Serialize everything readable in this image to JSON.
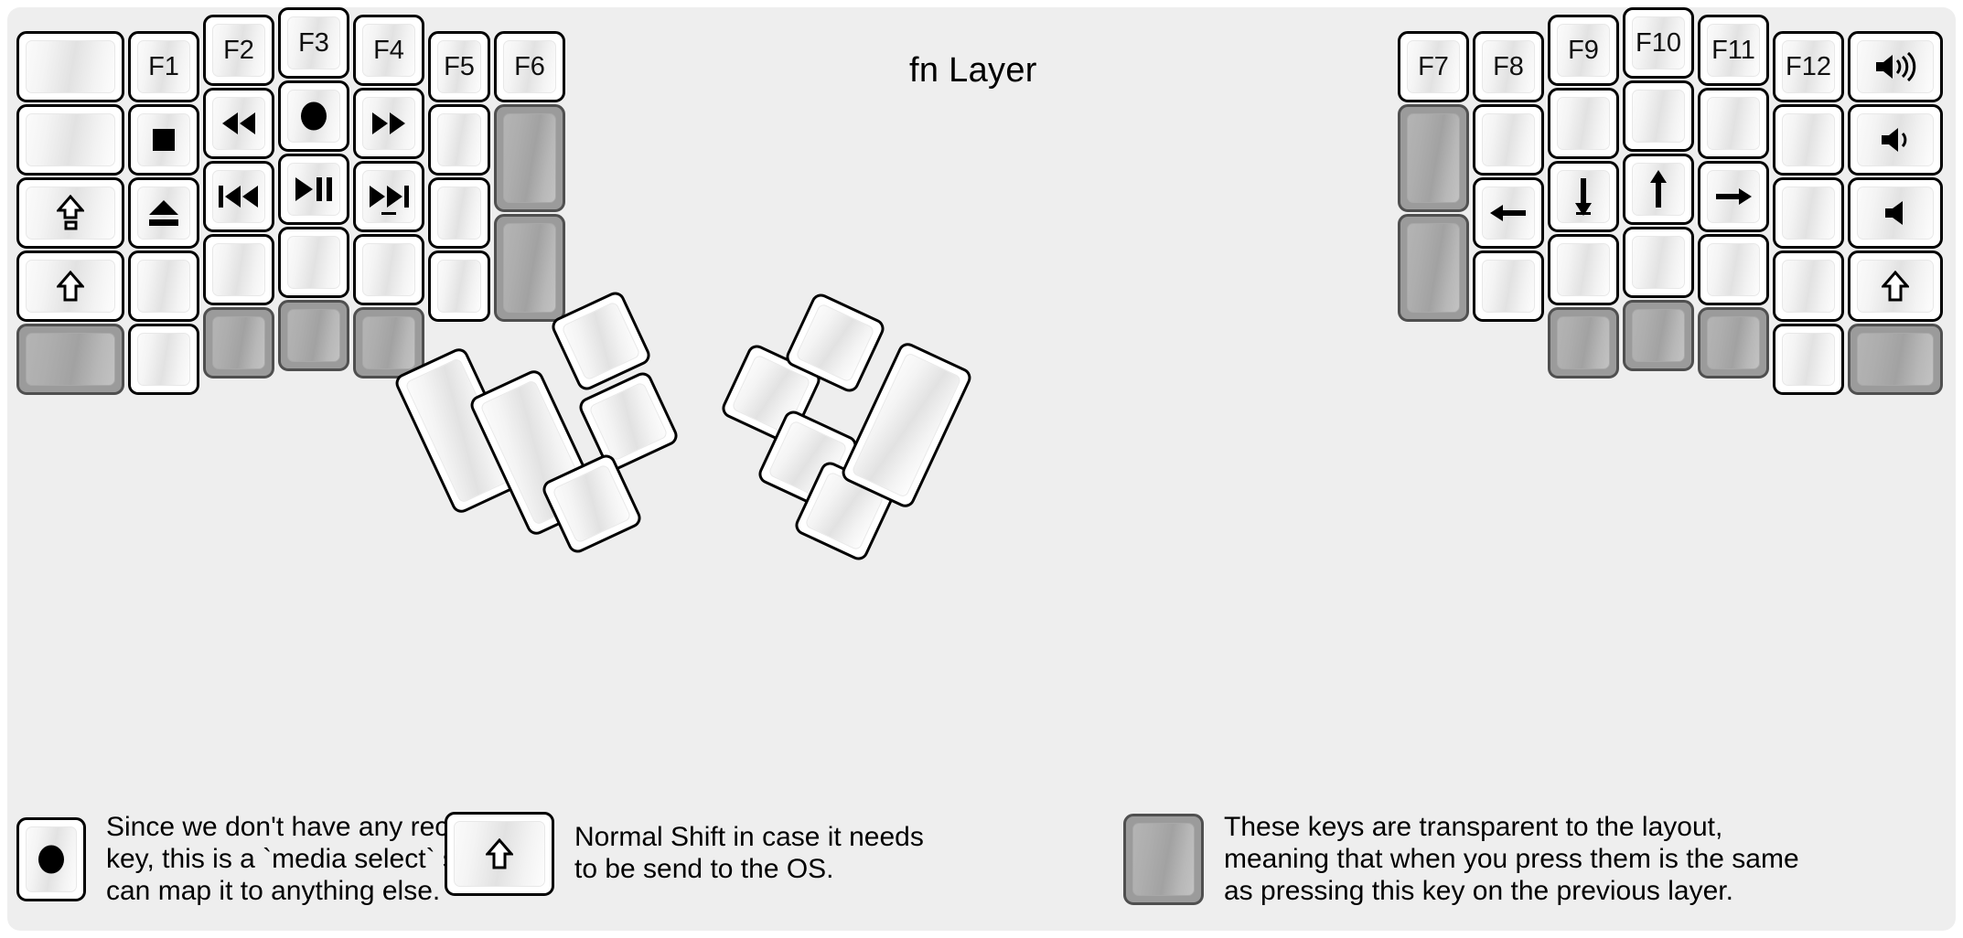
{
  "page": {
    "title": "fn Layer",
    "background_color": "#eeeeee",
    "key_fill": "#ffffff",
    "transparent_key_fill": "#9b9b9b",
    "outline_color": "#000000"
  },
  "left_half": {
    "name": "left-keyboard-half",
    "columns": [
      {
        "name": "col-outer-left",
        "keys": [
          {
            "id": "l-c1-r1",
            "label": "",
            "icon": "",
            "type": "normal"
          },
          {
            "id": "l-c1-r2",
            "label": "",
            "icon": "",
            "type": "normal"
          },
          {
            "id": "l-c1-r3",
            "label": "",
            "icon": "caps-lock-icon",
            "type": "normal"
          },
          {
            "id": "l-c1-r4",
            "label": "",
            "icon": "shift-icon",
            "type": "normal"
          },
          {
            "id": "l-c1-r5",
            "label": "",
            "icon": "",
            "type": "transparent"
          }
        ]
      },
      {
        "name": "col-pinky",
        "keys": [
          {
            "id": "l-c2-r1",
            "label": "F1",
            "icon": "",
            "type": "normal"
          },
          {
            "id": "l-c2-r2",
            "label": "",
            "icon": "media-stop-icon",
            "type": "normal"
          },
          {
            "id": "l-c2-r3",
            "label": "",
            "icon": "media-eject-icon",
            "type": "normal"
          },
          {
            "id": "l-c2-r4",
            "label": "",
            "icon": "",
            "type": "normal"
          },
          {
            "id": "l-c2-r5",
            "label": "",
            "icon": "",
            "type": "normal"
          }
        ]
      },
      {
        "name": "col-ring",
        "keys": [
          {
            "id": "l-c3-r1",
            "label": "F2",
            "icon": "",
            "type": "normal"
          },
          {
            "id": "l-c3-r2",
            "label": "",
            "icon": "media-rewind-icon",
            "type": "normal"
          },
          {
            "id": "l-c3-r3",
            "label": "",
            "icon": "media-prev-track-icon",
            "type": "normal"
          },
          {
            "id": "l-c3-r4",
            "label": "",
            "icon": "",
            "type": "normal"
          },
          {
            "id": "l-c3-r5",
            "label": "",
            "icon": "",
            "type": "transparent"
          }
        ]
      },
      {
        "name": "col-middle",
        "keys": [
          {
            "id": "l-c4-r1",
            "label": "F3",
            "icon": "",
            "type": "normal"
          },
          {
            "id": "l-c4-r2",
            "label": "",
            "icon": "media-record-icon",
            "type": "normal"
          },
          {
            "id": "l-c4-r3",
            "label": "",
            "icon": "media-play-pause-icon",
            "type": "normal"
          },
          {
            "id": "l-c4-r4",
            "label": "",
            "icon": "",
            "type": "normal"
          },
          {
            "id": "l-c4-r5",
            "label": "",
            "icon": "",
            "type": "transparent"
          }
        ]
      },
      {
        "name": "col-index",
        "keys": [
          {
            "id": "l-c5-r1",
            "label": "F4",
            "icon": "",
            "type": "normal"
          },
          {
            "id": "l-c5-r2",
            "label": "",
            "icon": "media-fast-forward-icon",
            "type": "normal"
          },
          {
            "id": "l-c5-r3",
            "label": "",
            "icon": "media-next-track-icon",
            "type": "normal"
          },
          {
            "id": "l-c5-r4",
            "label": "",
            "icon": "",
            "type": "normal"
          },
          {
            "id": "l-c5-r5",
            "label": "",
            "icon": "",
            "type": "transparent"
          }
        ]
      },
      {
        "name": "col-inner-index",
        "keys": [
          {
            "id": "l-c6-r1",
            "label": "F5",
            "icon": "",
            "type": "normal"
          },
          {
            "id": "l-c6-r2",
            "label": "",
            "icon": "",
            "type": "normal"
          },
          {
            "id": "l-c6-r3",
            "label": "",
            "icon": "",
            "type": "normal"
          },
          {
            "id": "l-c6-r4",
            "label": "",
            "icon": "",
            "type": "normal"
          }
        ]
      },
      {
        "name": "col-inner",
        "keys": [
          {
            "id": "l-c7-r1",
            "label": "F6",
            "icon": "",
            "type": "normal"
          },
          {
            "id": "l-c7-r2",
            "label": "",
            "icon": "",
            "type": "transparent"
          },
          {
            "id": "l-c7-r3",
            "label": "",
            "icon": "",
            "type": "transparent"
          }
        ]
      }
    ],
    "thumb_cluster": {
      "name": "left-thumb-cluster",
      "keys": [
        {
          "id": "l-t1",
          "label": "",
          "icon": "",
          "type": "normal"
        },
        {
          "id": "l-t2",
          "label": "",
          "icon": "",
          "type": "normal"
        },
        {
          "id": "l-t3",
          "label": "",
          "icon": "",
          "type": "normal"
        },
        {
          "id": "l-t4",
          "label": "",
          "icon": "",
          "type": "normal"
        },
        {
          "id": "l-t5",
          "label": "",
          "icon": "",
          "type": "normal"
        }
      ]
    }
  },
  "right_half": {
    "name": "right-keyboard-half",
    "columns": [
      {
        "name": "col-inner",
        "keys": [
          {
            "id": "r-c1-r1",
            "label": "F7",
            "icon": "",
            "type": "normal"
          },
          {
            "id": "r-c1-r2",
            "label": "",
            "icon": "",
            "type": "transparent"
          },
          {
            "id": "r-c1-r3",
            "label": "",
            "icon": "",
            "type": "transparent"
          }
        ]
      },
      {
        "name": "col-inner-index",
        "keys": [
          {
            "id": "r-c2-r1",
            "label": "F8",
            "icon": "",
            "type": "normal"
          },
          {
            "id": "r-c2-r2",
            "label": "",
            "icon": "",
            "type": "normal"
          },
          {
            "id": "r-c2-r3",
            "label": "",
            "icon": "arrow-left-icon",
            "type": "normal"
          },
          {
            "id": "r-c2-r4",
            "label": "",
            "icon": "",
            "type": "normal"
          }
        ]
      },
      {
        "name": "col-index",
        "keys": [
          {
            "id": "r-c3-r1",
            "label": "F9",
            "icon": "",
            "type": "normal"
          },
          {
            "id": "r-c3-r2",
            "label": "",
            "icon": "",
            "type": "normal"
          },
          {
            "id": "r-c3-r3",
            "label": "",
            "icon": "arrow-down-icon",
            "type": "normal"
          },
          {
            "id": "r-c3-r4",
            "label": "",
            "icon": "",
            "type": "normal"
          },
          {
            "id": "r-c3-r5",
            "label": "",
            "icon": "",
            "type": "transparent"
          }
        ]
      },
      {
        "name": "col-middle",
        "keys": [
          {
            "id": "r-c4-r1",
            "label": "F10",
            "icon": "",
            "type": "normal"
          },
          {
            "id": "r-c4-r2",
            "label": "",
            "icon": "",
            "type": "normal"
          },
          {
            "id": "r-c4-r3",
            "label": "",
            "icon": "arrow-up-icon",
            "type": "normal"
          },
          {
            "id": "r-c4-r4",
            "label": "",
            "icon": "",
            "type": "normal"
          },
          {
            "id": "r-c4-r5",
            "label": "",
            "icon": "",
            "type": "transparent"
          }
        ]
      },
      {
        "name": "col-ring",
        "keys": [
          {
            "id": "r-c5-r1",
            "label": "F11",
            "icon": "",
            "type": "normal"
          },
          {
            "id": "r-c5-r2",
            "label": "",
            "icon": "",
            "type": "normal"
          },
          {
            "id": "r-c5-r3",
            "label": "",
            "icon": "arrow-right-icon",
            "type": "normal"
          },
          {
            "id": "r-c5-r4",
            "label": "",
            "icon": "",
            "type": "normal"
          },
          {
            "id": "r-c5-r5",
            "label": "",
            "icon": "",
            "type": "transparent"
          }
        ]
      },
      {
        "name": "col-pinky",
        "keys": [
          {
            "id": "r-c6-r1",
            "label": "F12",
            "icon": "",
            "type": "normal"
          },
          {
            "id": "r-c6-r2",
            "label": "",
            "icon": "",
            "type": "normal"
          },
          {
            "id": "r-c6-r3",
            "label": "",
            "icon": "",
            "type": "normal"
          },
          {
            "id": "r-c6-r4",
            "label": "",
            "icon": "",
            "type": "normal"
          },
          {
            "id": "r-c6-r5",
            "label": "",
            "icon": "",
            "type": "normal"
          }
        ]
      },
      {
        "name": "col-outer-right",
        "keys": [
          {
            "id": "r-c7-r1",
            "label": "",
            "icon": "volume-up-icon",
            "type": "normal"
          },
          {
            "id": "r-c7-r2",
            "label": "",
            "icon": "volume-down-icon",
            "type": "normal"
          },
          {
            "id": "r-c7-r3",
            "label": "",
            "icon": "volume-mute-icon",
            "type": "normal"
          },
          {
            "id": "r-c7-r4",
            "label": "",
            "icon": "shift-icon",
            "type": "normal"
          },
          {
            "id": "r-c7-r5",
            "label": "",
            "icon": "",
            "type": "transparent"
          }
        ]
      }
    ],
    "thumb_cluster": {
      "name": "right-thumb-cluster",
      "keys": [
        {
          "id": "r-t1",
          "label": "",
          "icon": "",
          "type": "normal"
        },
        {
          "id": "r-t2",
          "label": "",
          "icon": "",
          "type": "normal"
        },
        {
          "id": "r-t3",
          "label": "",
          "icon": "",
          "type": "normal"
        },
        {
          "id": "r-t4",
          "label": "",
          "icon": "",
          "type": "normal"
        },
        {
          "id": "r-t5",
          "label": "",
          "icon": "",
          "type": "normal"
        }
      ]
    }
  },
  "notes": [
    {
      "id": "note-record",
      "key_icon": "media-record-icon",
      "key_type": "normal",
      "text": "Since we don't have any recording\nkey, this is a `media select` so user\ncan map it to anything else."
    },
    {
      "id": "note-shift",
      "key_icon": "shift-icon",
      "key_type": "normal",
      "text": "Normal Shift in case it needs\nto be send to the OS."
    },
    {
      "id": "note-transparent",
      "key_icon": "",
      "key_type": "transparent",
      "text": "These keys are transparent to the layout,\nmeaning that when you press them is the same\nas pressing this key on the previous layer."
    }
  ]
}
